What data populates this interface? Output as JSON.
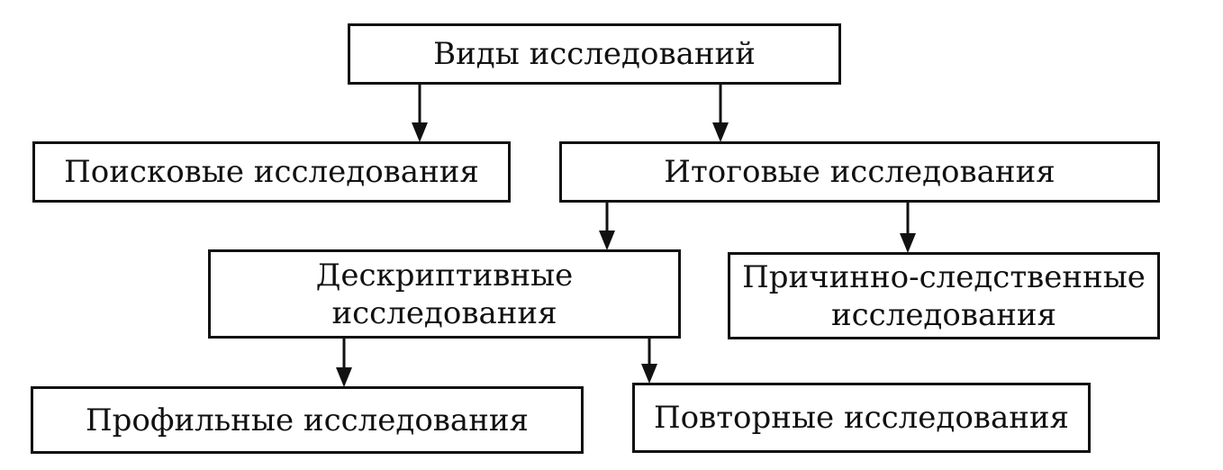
{
  "diagram": {
    "root": {
      "label": "Виды исследований"
    },
    "search": {
      "label": "Поисковые исследования"
    },
    "final": {
      "label": "Итоговые исследования"
    },
    "descriptive": {
      "line1": "Дескриптивные",
      "line2": "исследования"
    },
    "causal": {
      "line1": "Причинно-следственные",
      "line2": "исследования"
    },
    "profile": {
      "label": "Профильные исследования"
    },
    "repeat": {
      "label": "Повторные исследования"
    }
  }
}
